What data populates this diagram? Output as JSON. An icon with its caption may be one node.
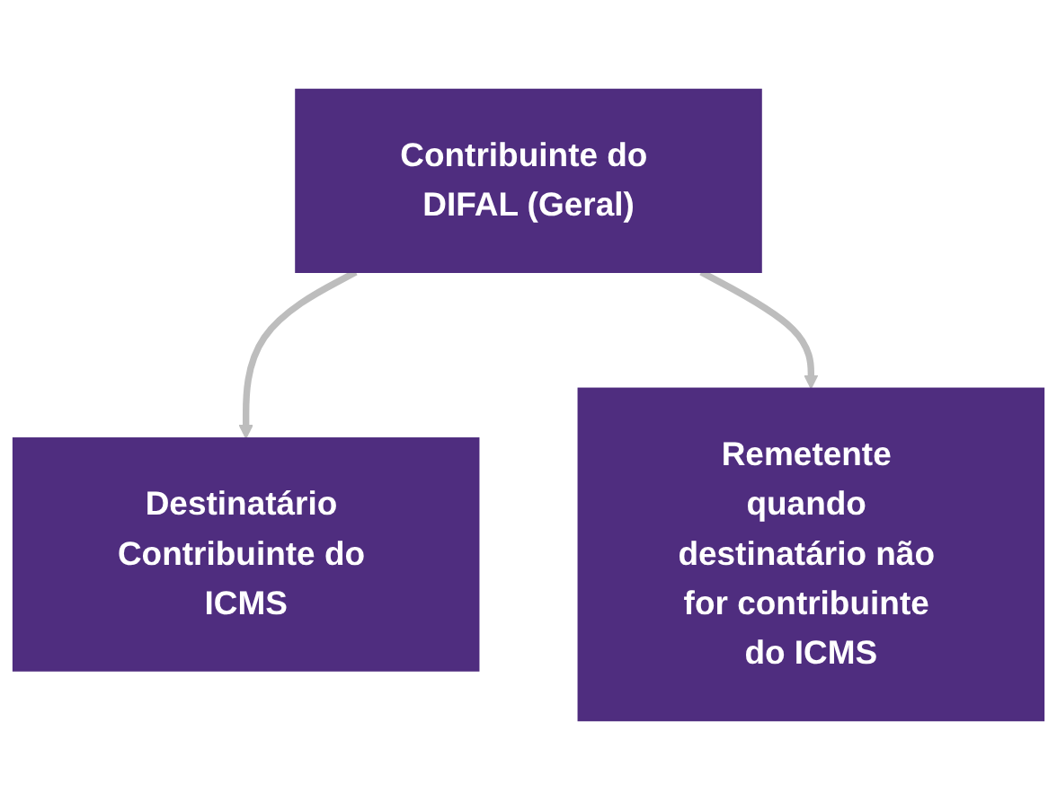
{
  "diagram": {
    "nodes": [
      {
        "text": [
          "Contribuinte do DIFAL (Geral)"
        ]
      },
      {
        "text": [
          "Destinatário Contribuinte do ICMS"
        ]
      },
      {
        "text": [
          "Remetente quando destinatário não for contribuinte do ICMS"
        ]
      }
    ],
    "edges": [
      {
        "from": 0,
        "to": 1,
        "arrow": "to"
      },
      {
        "from": 0,
        "to": 2,
        "arrow": "to"
      }
    ]
  }
}
